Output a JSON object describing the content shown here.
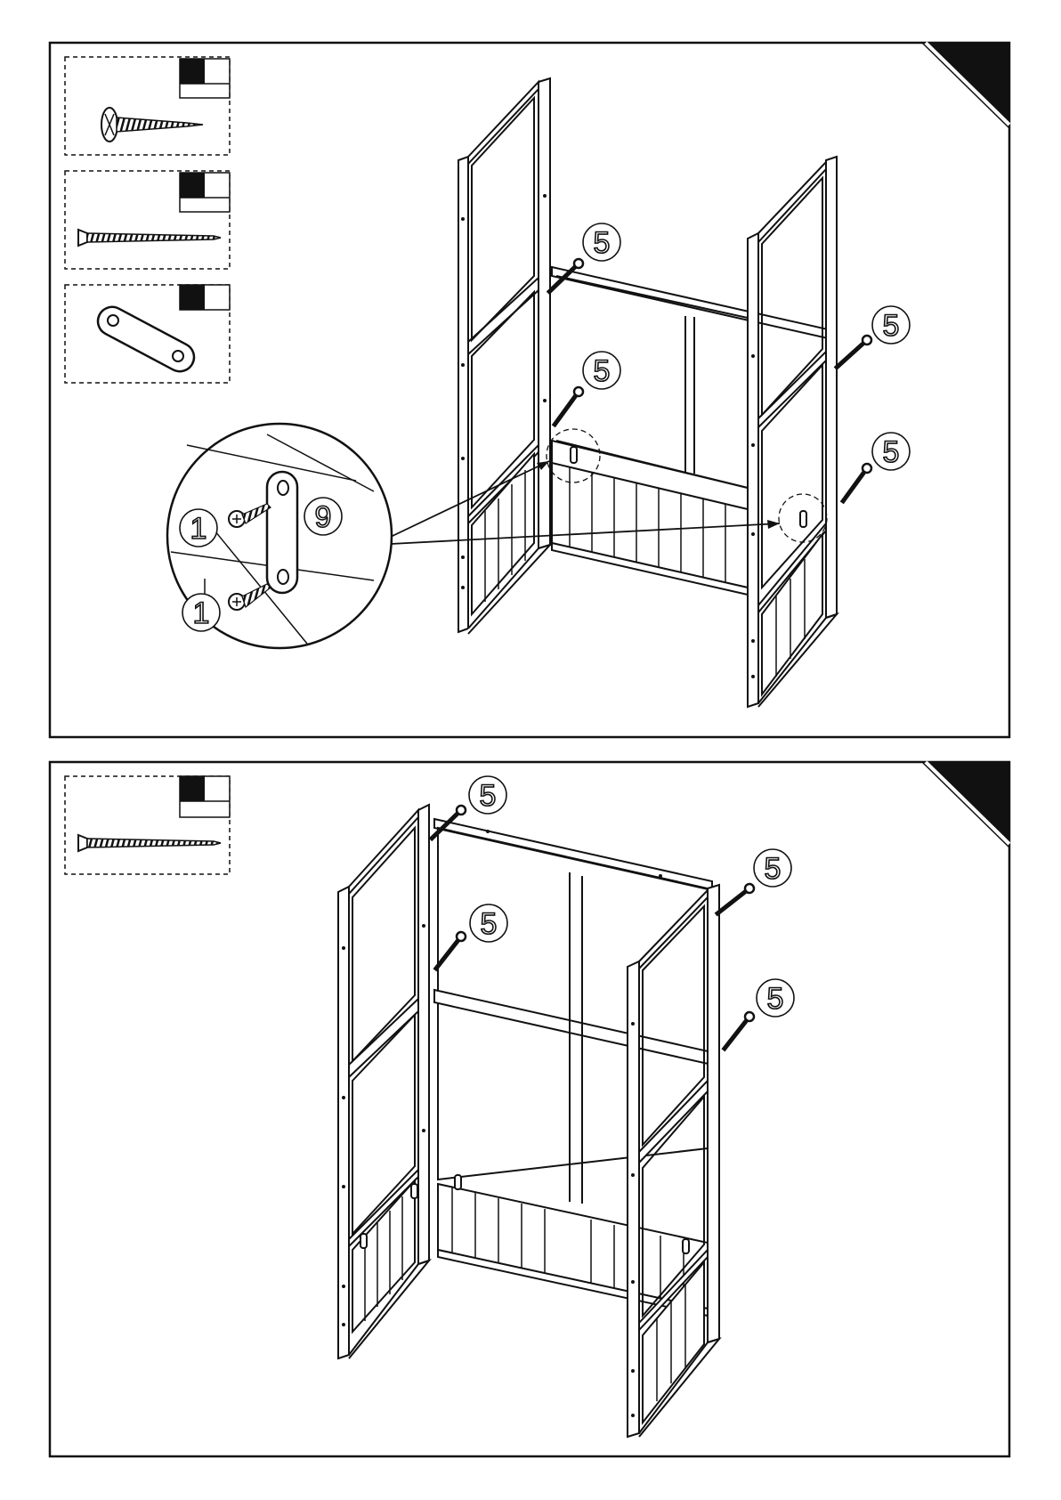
{
  "steps": [
    {
      "callouts": [
        "5",
        "5",
        "5",
        "5"
      ],
      "detail_callouts": [
        "1",
        "1",
        "9"
      ]
    },
    {
      "callouts": [
        "5",
        "5",
        "5",
        "5"
      ]
    }
  ],
  "parts_icons": [
    "countersunk-short-screw-icon",
    "long-screw-icon",
    "connector-plate-icon"
  ],
  "colors": {
    "line": "#111111",
    "background": "#ffffff"
  }
}
